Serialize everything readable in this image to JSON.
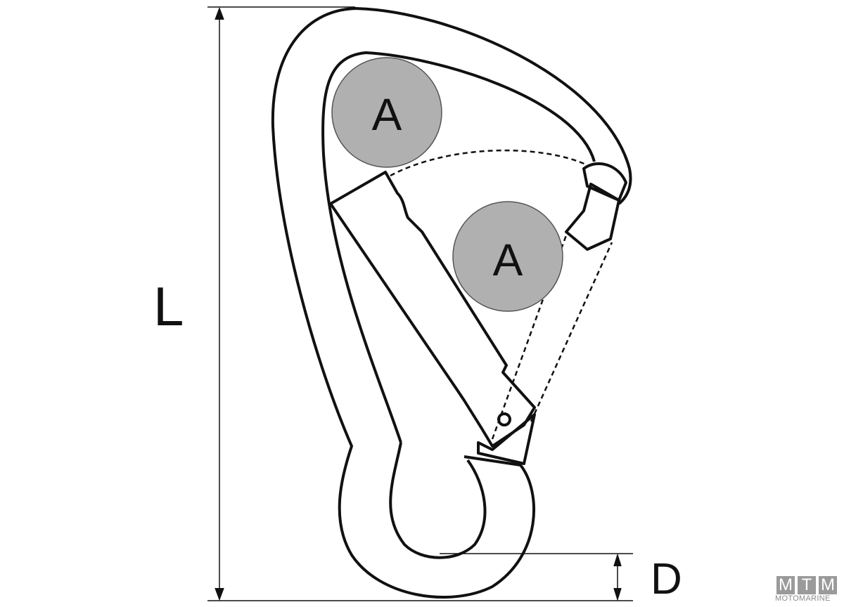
{
  "diagram": {
    "dimension_length_label": "L",
    "dimension_diameter_label": "D",
    "load_labels": [
      "A",
      "A"
    ],
    "colors": {
      "line": "#111111",
      "load_fill": "#b0b0b0",
      "logo": "#9a9a9a"
    }
  },
  "logo": {
    "letters": [
      "M",
      "T",
      "M"
    ],
    "text": "MOTOMARINE"
  }
}
